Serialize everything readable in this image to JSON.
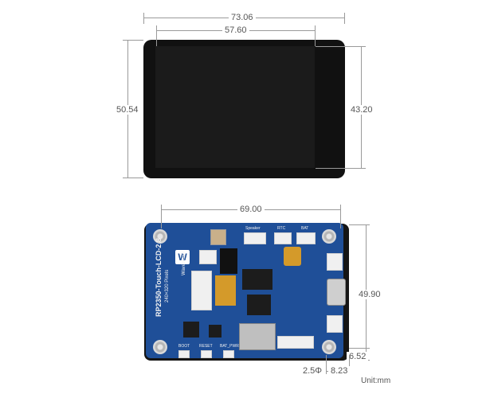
{
  "top_view": {
    "width_outer": "73.06",
    "width_active": "57.60",
    "height_outer": "50.54",
    "height_active": "43.20"
  },
  "bottom_view": {
    "width_holes": "69.00",
    "height_holes": "49.90",
    "edge_offset": "6.52",
    "hole_dia": "2.5Φ",
    "connector_offset": "8.23",
    "board_label": "RP2350-Touch-LCD-2.8",
    "board_sub": "240×320 Pixels",
    "brand": "Waveshare",
    "silk_labels": {
      "speaker": "Speaker",
      "rtc": "RTC",
      "bat": "BAT",
      "boot": "BOOT",
      "reset": "RESET",
      "pwr": "BAT_PWR"
    }
  },
  "unit_label": "Unit:mm"
}
